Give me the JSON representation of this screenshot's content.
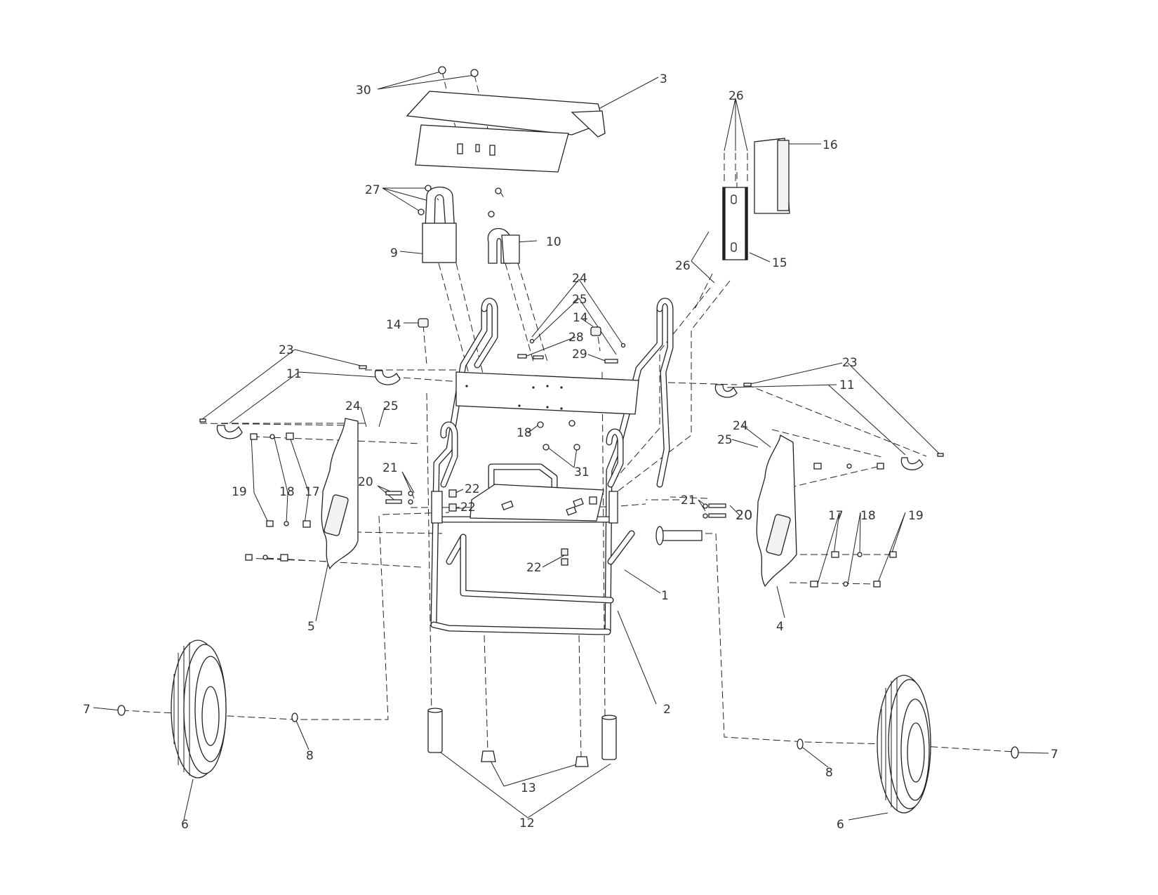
{
  "diagram": {
    "callouts": [
      {
        "id": "c30",
        "text": "30"
      },
      {
        "id": "c3",
        "text": "3"
      },
      {
        "id": "c26a",
        "text": "26"
      },
      {
        "id": "c16",
        "text": "16"
      },
      {
        "id": "c27",
        "text": "27"
      },
      {
        "id": "c10",
        "text": "10"
      },
      {
        "id": "c9",
        "text": "9"
      },
      {
        "id": "c26b",
        "text": "26"
      },
      {
        "id": "c15",
        "text": "15"
      },
      {
        "id": "c24a",
        "text": "24"
      },
      {
        "id": "c25a",
        "text": "25"
      },
      {
        "id": "c14a",
        "text": "14"
      },
      {
        "id": "c14b",
        "text": "14"
      },
      {
        "id": "c28",
        "text": "28"
      },
      {
        "id": "c29",
        "text": "29"
      },
      {
        "id": "c23a",
        "text": "23"
      },
      {
        "id": "c11a",
        "text": "11"
      },
      {
        "id": "c23b",
        "text": "23"
      },
      {
        "id": "c11b",
        "text": "11"
      },
      {
        "id": "c24b",
        "text": "24"
      },
      {
        "id": "c25b",
        "text": "25"
      },
      {
        "id": "c24c",
        "text": "24"
      },
      {
        "id": "c25c",
        "text": "25"
      },
      {
        "id": "c18a",
        "text": "18"
      },
      {
        "id": "c31",
        "text": "31"
      },
      {
        "id": "c21a",
        "text": "21"
      },
      {
        "id": "c20a",
        "text": "20"
      },
      {
        "id": "c22a",
        "text": "22"
      },
      {
        "id": "c22b",
        "text": "22"
      },
      {
        "id": "c19a",
        "text": "19"
      },
      {
        "id": "c18b",
        "text": "18"
      },
      {
        "id": "c17a",
        "text": "17"
      },
      {
        "id": "c21b",
        "text": "21"
      },
      {
        "id": "c20b",
        "text": "20"
      },
      {
        "id": "c17b",
        "text": "17"
      },
      {
        "id": "c18c",
        "text": "18"
      },
      {
        "id": "c19b",
        "text": "19"
      },
      {
        "id": "c22c",
        "text": "22"
      },
      {
        "id": "c1",
        "text": "1"
      },
      {
        "id": "c5",
        "text": "5"
      },
      {
        "id": "c4",
        "text": "4"
      },
      {
        "id": "c2",
        "text": "2"
      },
      {
        "id": "c7a",
        "text": "7"
      },
      {
        "id": "c8a",
        "text": "8"
      },
      {
        "id": "c6a",
        "text": "6"
      },
      {
        "id": "c13",
        "text": "13"
      },
      {
        "id": "c12",
        "text": "12"
      },
      {
        "id": "c8b",
        "text": "8"
      },
      {
        "id": "c7b",
        "text": "7"
      },
      {
        "id": "c6b",
        "text": "6"
      }
    ]
  }
}
